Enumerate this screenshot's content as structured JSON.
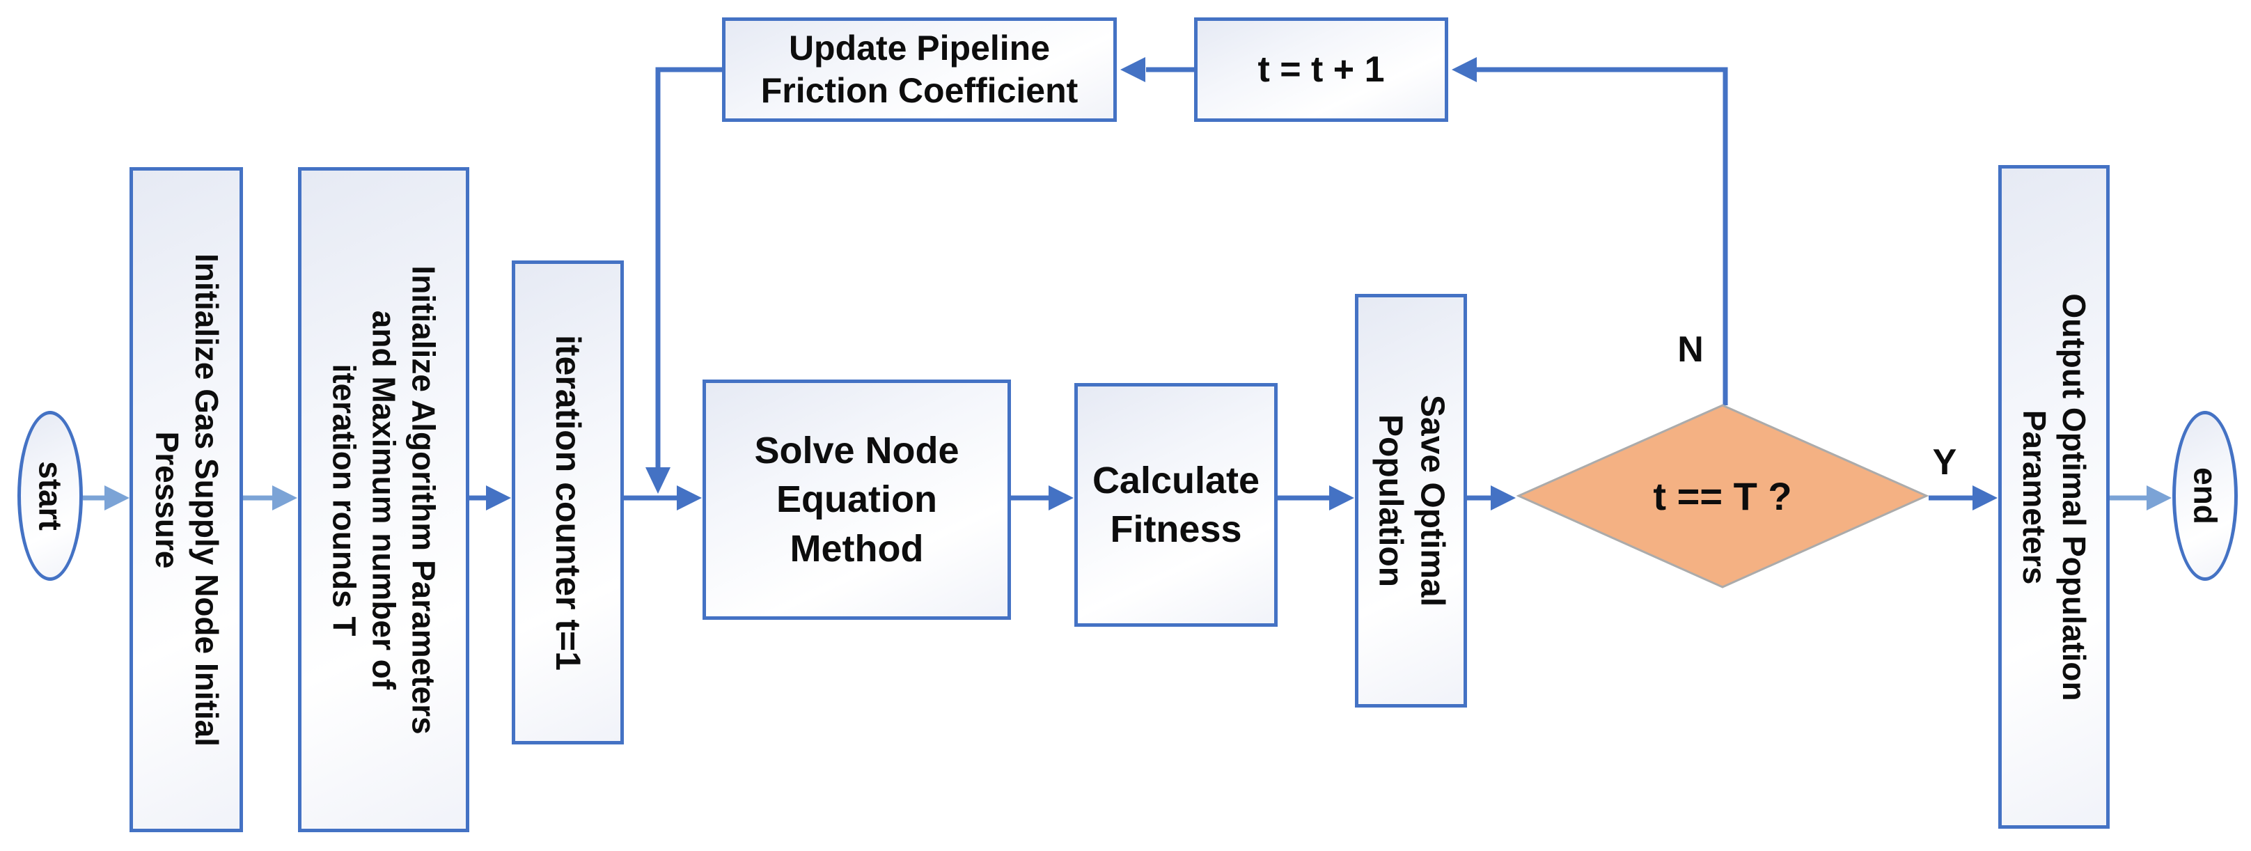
{
  "diagram": {
    "type": "flowchart",
    "nodes": {
      "start": {
        "label": "start"
      },
      "init_pressure": {
        "label": "Initialize Gas Supply Node Initial\nPressure"
      },
      "init_algorithm": {
        "label": "Initialize Algorithm Parameters\nand Maximum number of\niteration rounds T"
      },
      "iteration_counter": {
        "label": "iteration counter t=1"
      },
      "solve_node": {
        "label": "Solve Node\nEquation\nMethod"
      },
      "calculate_fitness": {
        "label": "Calculate\nFitness"
      },
      "save_optimal": {
        "label": "Save Optimal\nPopulation"
      },
      "decision": {
        "label": "t == T ?"
      },
      "update_friction": {
        "label": "Update Pipeline\nFriction Coefficient"
      },
      "increment": {
        "label": "t = t + 1"
      },
      "output_params": {
        "label": "Output Optimal Population\nParameters"
      },
      "end": {
        "label": "end"
      }
    },
    "branches": {
      "no": "N",
      "yes": "Y"
    },
    "colors": {
      "node_border": "#4472C4",
      "connector_dark": "#4472C4",
      "connector_light": "#7BA3D6",
      "decision_fill": "#F4B183",
      "decision_border": "#ABABAB",
      "text": "#0D0D0D"
    }
  }
}
